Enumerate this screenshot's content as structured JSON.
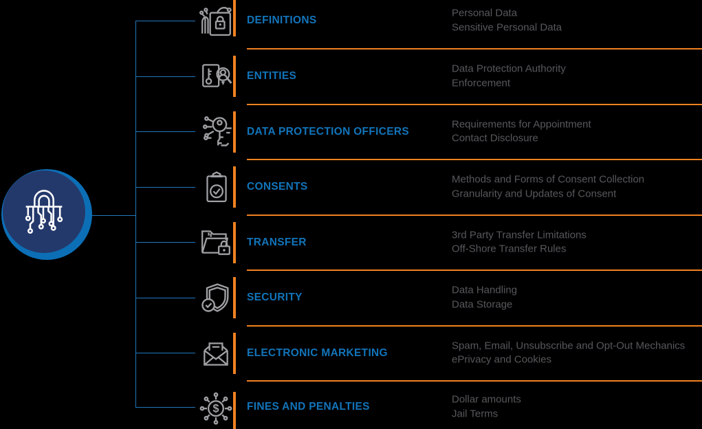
{
  "colors": {
    "background": "#000000",
    "accent_orange": "#F08221",
    "heading_blue": "#1274BA",
    "connector_blue": "#2278BE",
    "icon_gray": "#9EA0A3",
    "detail_gray": "#57585C",
    "hub_navy": "#24396B",
    "hub_ring_blue": "#0C6FB6"
  },
  "hub": {
    "icon": "circuit-padlock-icon"
  },
  "rows": [
    {
      "icon": "document-lock-icon",
      "label": "DEFINITIONS",
      "details": [
        "Personal Data",
        "Sensitive Personal Data"
      ]
    },
    {
      "icon": "badge-key-person-icon",
      "label": "ENTITIES",
      "details": [
        "Data Protection Authority",
        "Enforcement"
      ]
    },
    {
      "icon": "circuit-key-icon",
      "label": "DATA PROTECTION OFFICERS",
      "details": [
        "Requirements for Appointment",
        "Contact Disclosure"
      ]
    },
    {
      "icon": "clipboard-check-icon",
      "label": "CONSENTS",
      "details": [
        "Methods and Forms of Consent Collection",
        "Granularity and Updates of Consent"
      ]
    },
    {
      "icon": "folder-lock-icon",
      "label": "TRANSFER",
      "details": [
        "3rd Party Transfer Limitations",
        "Off-Shore Transfer Rules"
      ]
    },
    {
      "icon": "shield-check-icon",
      "label": "SECURITY",
      "details": [
        "Data Handling",
        "Data Storage"
      ]
    },
    {
      "icon": "open-envelope-icon",
      "label": "ELECTRONIC MARKETING",
      "details": [
        "Spam, Email, Unsubscribe and Opt-Out Mechanics",
        "ePrivacy and Cookies"
      ]
    },
    {
      "icon": "dollar-spokes-icon",
      "label": "FINES AND PENALTIES",
      "details": [
        "Dollar amounts",
        "Jail Terms"
      ]
    }
  ]
}
